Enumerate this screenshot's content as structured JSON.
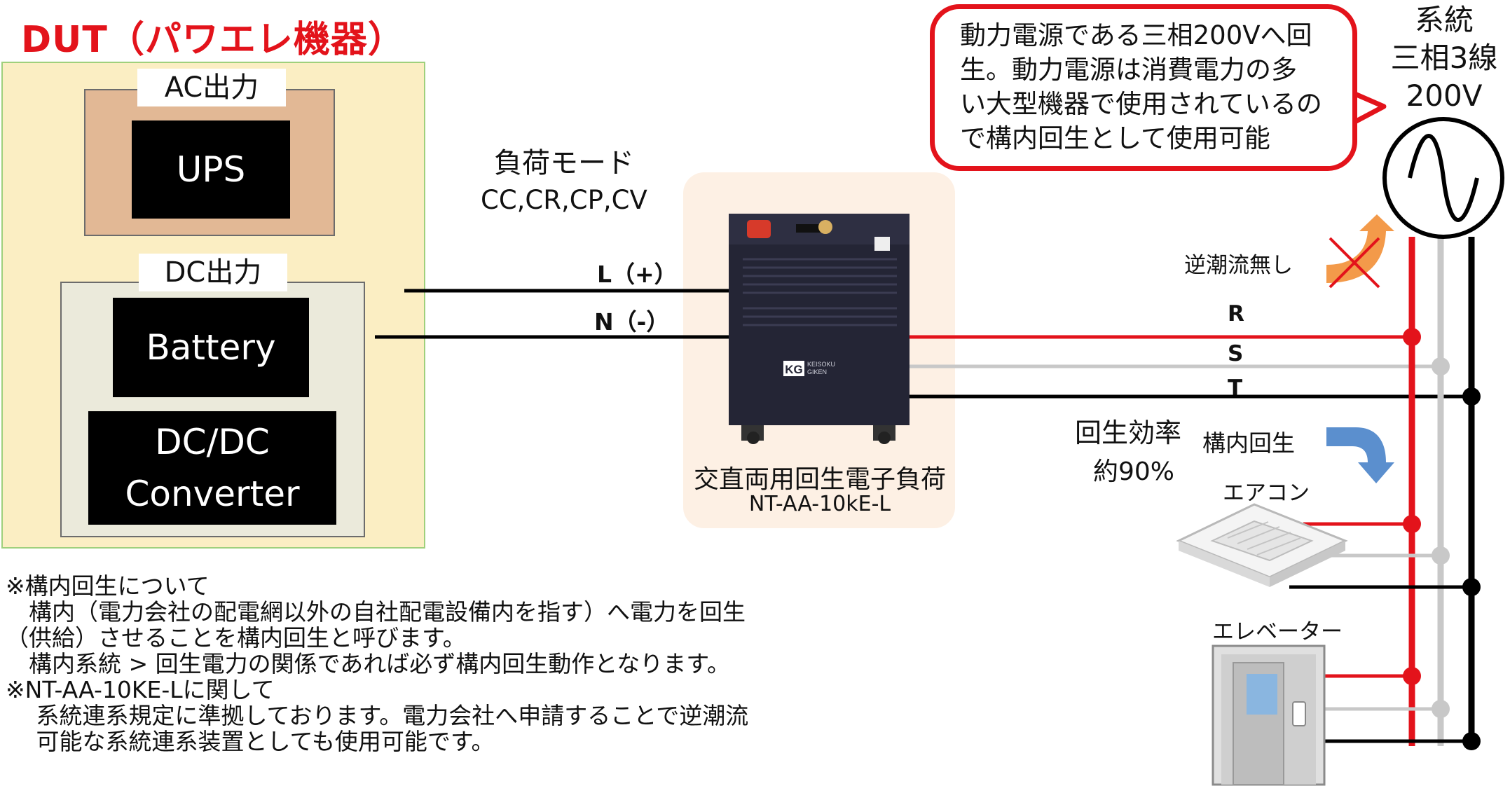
{
  "dut": {
    "title": "DUT（パワエレ機器）",
    "ac_output_label": "AC出力",
    "dc_output_label": "DC出力",
    "devices": [
      "UPS",
      "Battery",
      "DC/DC",
      "Converter"
    ]
  },
  "load": {
    "mode_label": "負荷モード",
    "modes": "CC,CR,CP,CV",
    "terminal_l": "L（+）",
    "terminal_n": "N（-）",
    "name": "交直両用回生電子負荷",
    "model": "NT-AA-10kE-L",
    "brand": "KG",
    "brand_sub_1": "KEISOKU",
    "brand_sub_2": "GIKEN"
  },
  "callout": {
    "lines": [
      "動力電源である三相200Vへ回",
      "生。動力電源は消費電力の多",
      "い大型機器で使用されているの",
      "で構内回生として使用可能"
    ]
  },
  "grid": {
    "lines": [
      "系統",
      "三相3線",
      "200V"
    ],
    "no_reverse_flow": "逆潮流無し",
    "phase_r": "R",
    "phase_s": "S",
    "phase_t": "T",
    "efficiency_1": "回生効率",
    "efficiency_2": "約90%",
    "regen_label": "構内回生",
    "aircon_label": "エアコン",
    "elevator_label": "エレベーター"
  },
  "colors": {
    "phase_r": "#e3131b",
    "phase_s": "#c8c8c8",
    "phase_t": "#000000",
    "arrow_blue": "#5b8fce",
    "arrow_orange": "#f39a4a"
  },
  "notes": {
    "lines": [
      "※構内回生について",
      "　構内（電力会社の配電網以外の自社配電設備内を指す）へ電力を回生",
      "（供給）させることを構内回生と呼びます。",
      "　構内系統 > 回生電力の関係であれば必ず構内回生動作となります。",
      "※NT-AA-10KE-Lに関して",
      "　 系統連系規定に準拠しております。電力会社へ申請することで逆潮流",
      "　 可能な系統連系装置としても使用可能です。"
    ]
  }
}
